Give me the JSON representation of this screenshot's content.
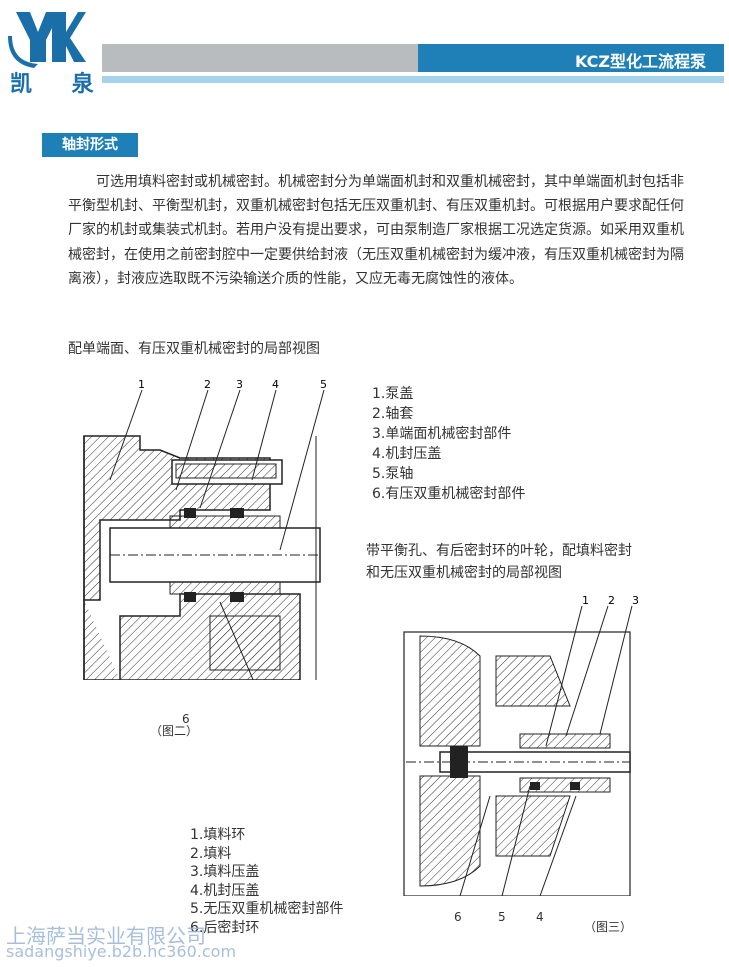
{
  "brand": {
    "logo_text": "凯 泉"
  },
  "header": {
    "title": "KCZ型化工流程泵"
  },
  "section": {
    "title": "轴封形式"
  },
  "body_text": "可选用填料密封或机械密封。机械密封分为单端面机封和双重机械密封，其中单端面机封包括非平衡型机封、平衡型机封，双重机械密封包括无压双重机封、有压双重机封。可根据用户要求配任何厂家的机封或集装式机封。若用户没有提出要求，可由泵制造厂家根据工况选定货源。如采用双重机械密封，在使用之前密封腔中一定要供给封液（无压双重机械密封为缓冲液，有压双重机械密封为隔离液），封液应选取既不污染输送介质的性能，又应无毒无腐蚀性的液体。",
  "figure2": {
    "caption": "配单端面、有压双重机械密封的局部视图",
    "label": "（图二）",
    "callouts": [
      "1",
      "2",
      "3",
      "4",
      "5",
      "6"
    ],
    "legend": [
      "1.泵盖",
      "2.轴套",
      "3.单端面机械密封部件",
      "4.机封压盖",
      "5.泵轴",
      "6.有压双重机械密封部件"
    ]
  },
  "figure3": {
    "caption_line1": "带平衡孔、有后密封环的叶轮，配填料密封",
    "caption_line2": "和无压双重机械密封的局部视图",
    "label": "（图三）",
    "callouts_top": [
      "1",
      "2",
      "3"
    ],
    "callouts_bottom": [
      "6",
      "5",
      "4"
    ],
    "legend": [
      "1.填料环",
      "2.填料",
      "3.填料压盖",
      "4.机封压盖",
      "5.无压双重机械密封部件",
      "6.后密封环"
    ]
  },
  "watermark": {
    "line1": "上海萨当实业有限公司",
    "line2": "sadangshiye.b2b.hc360.com"
  },
  "colors": {
    "brand_blue": "#1f80b8",
    "header_gray": "#b9bcbf",
    "light_blue": "#a6d3ec"
  }
}
